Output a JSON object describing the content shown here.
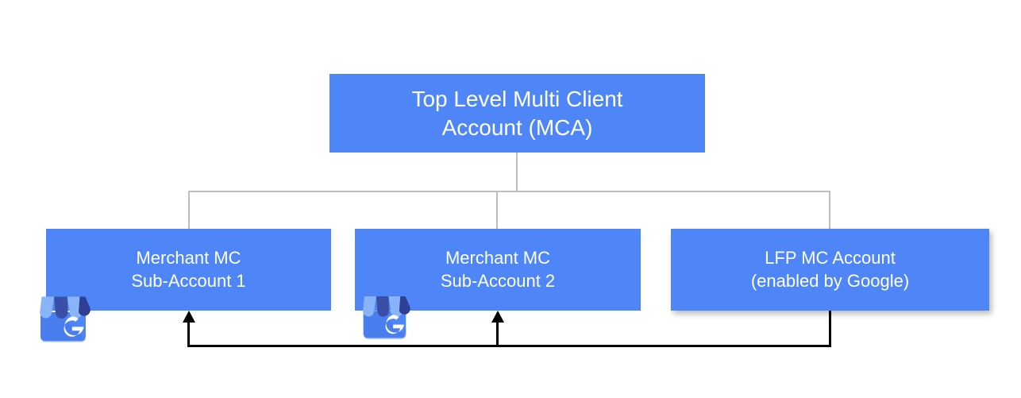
{
  "diagram": {
    "title": "Google Merchant Center account hierarchy with LFP feedback",
    "colors": {
      "node_fill": "#4e86f7",
      "node_text": "#ffffff",
      "tree_connector": "#bdbdbd",
      "feedback_connector": "#000000",
      "icon_awning_light": "#8ab4f8",
      "icon_awning_dark": "#3c4fa8",
      "icon_body": "#4e86f7",
      "icon_glyph": "#ffffff"
    },
    "nodes": {
      "mca": {
        "label": "Top Level Multi Client\nAccount (MCA)",
        "line1": "Top Level Multi Client",
        "line2": "Account (MCA)"
      },
      "sub1": {
        "label": "Merchant MC\nSub-Account 1",
        "line1": "Merchant MC",
        "line2": "Sub-Account 1"
      },
      "sub2": {
        "label": "Merchant MC\nSub-Account 2",
        "line1": "Merchant MC",
        "line2": "Sub-Account 2"
      },
      "lfp": {
        "label": "LFP MC Account\n(enabled by Google)",
        "line1": "LFP MC Account",
        "line2": "(enabled by Google)"
      }
    },
    "icons": {
      "gmb_1": "google-my-business-storefront-icon",
      "gmb_2": "google-my-business-storefront-icon",
      "gmb_glyph": "G"
    },
    "edges": [
      {
        "name": "mca-to-sub1",
        "from": "mca",
        "to": "sub1",
        "style": "gray-elbow",
        "arrow": false
      },
      {
        "name": "mca-to-sub2",
        "from": "mca",
        "to": "sub2",
        "style": "gray-elbow",
        "arrow": false
      },
      {
        "name": "mca-to-lfp",
        "from": "mca",
        "to": "lfp",
        "style": "gray-elbow",
        "arrow": false
      },
      {
        "name": "lfp-to-sub1",
        "from": "lfp",
        "to": "sub1",
        "style": "black-elbow",
        "arrow": true
      },
      {
        "name": "lfp-to-sub2",
        "from": "lfp",
        "to": "sub2",
        "style": "black-elbow",
        "arrow": true
      }
    ]
  }
}
